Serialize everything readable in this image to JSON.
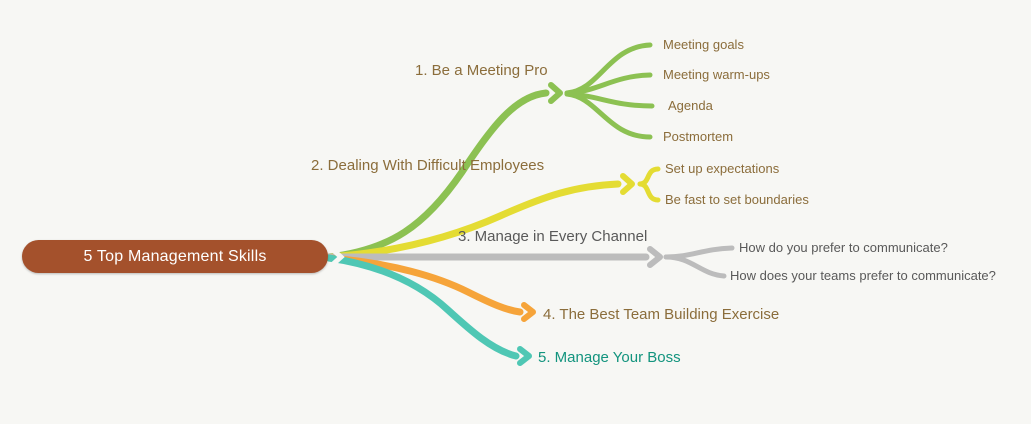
{
  "background_color": "#f7f7f4",
  "root": {
    "label": "5 Top Management Skills",
    "fill": "#a4512c",
    "text_color": "#ffffff"
  },
  "branches": [
    {
      "label": "1. Be a Meeting Pro",
      "color": "#8cc152",
      "label_color": "#8b6d3b",
      "children": [
        {
          "label": "Meeting goals",
          "text_color": "#8b6d3b"
        },
        {
          "label": "Meeting warm-ups",
          "text_color": "#8b6d3b"
        },
        {
          "label": "Agenda",
          "text_color": "#8b6d3b"
        },
        {
          "label": "Postmortem",
          "text_color": "#8b6d3b"
        }
      ]
    },
    {
      "label": "2. Dealing With Difficult Employees",
      "color": "#e4dc33",
      "label_color": "#8b6d3b",
      "children": [
        {
          "label": "Set up expectations",
          "text_color": "#8b6d3b"
        },
        {
          "label": "Be fast to set boundaries",
          "text_color": "#8b6d3b"
        }
      ]
    },
    {
      "label": "3. Manage in Every Channel",
      "color": "#bcbcbc",
      "label_color": "#595959",
      "children": [
        {
          "label": "How do you prefer to communicate?",
          "text_color": "#595959"
        },
        {
          "label": "How does your teams prefer to communicate?",
          "text_color": "#595959"
        }
      ]
    },
    {
      "label": "4. The Best Team Building Exercise",
      "color": "#f6a43a",
      "label_color": "#8b6d3b",
      "children": []
    },
    {
      "label": "5. Manage Your Boss",
      "color": "#4fc7b4",
      "label_color": "#13947e",
      "children": []
    }
  ]
}
